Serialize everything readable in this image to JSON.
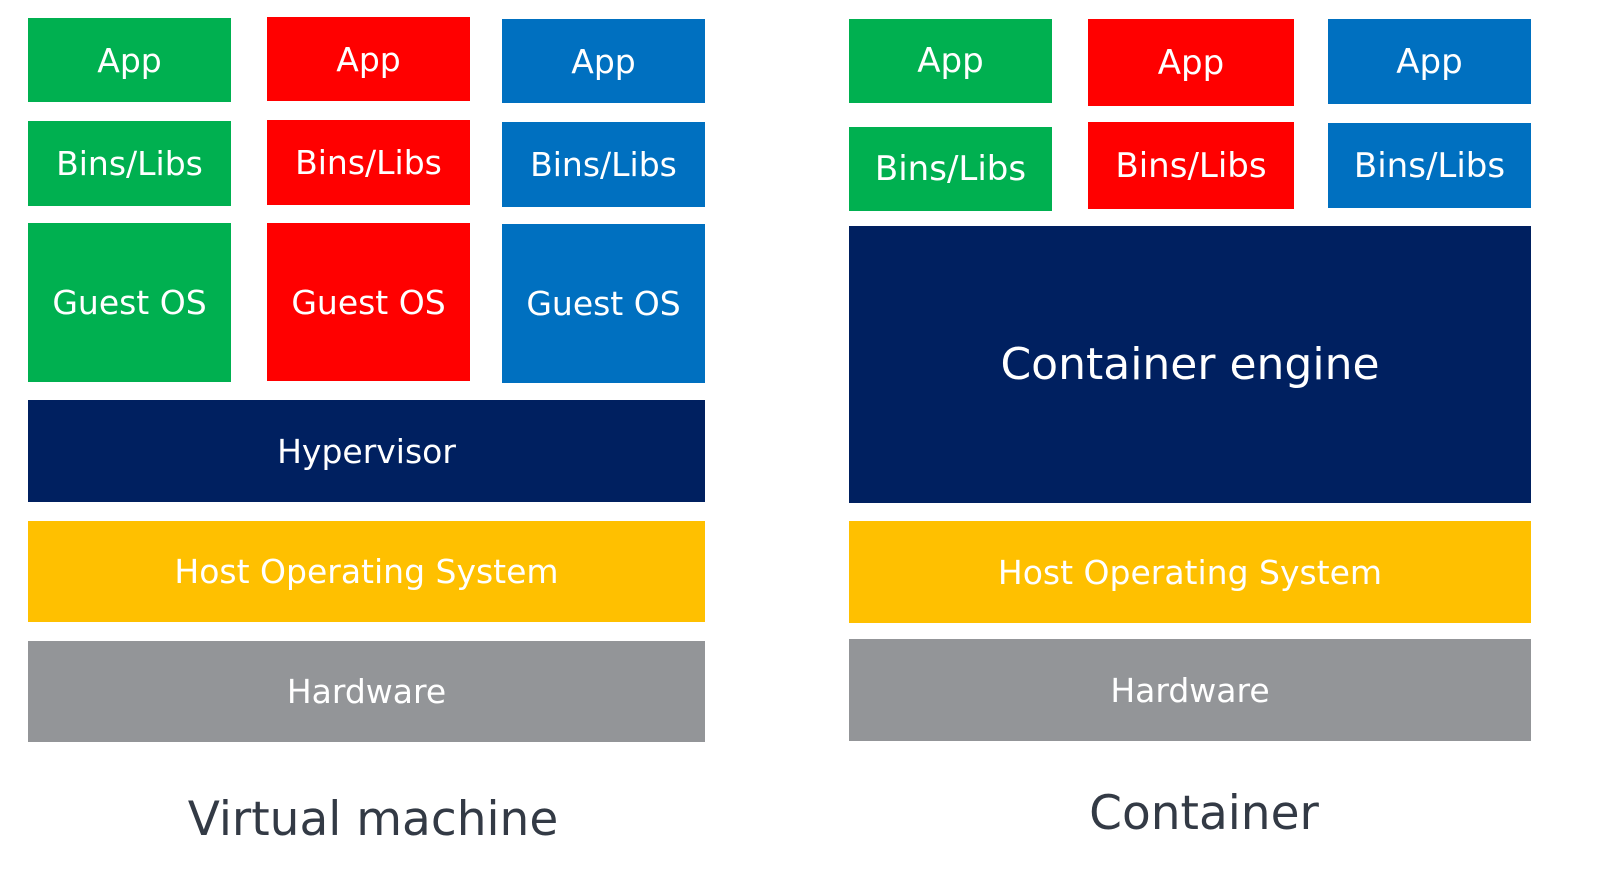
{
  "colors": {
    "green": "#00b050",
    "red": "#ff0000",
    "blue": "#0070c0",
    "navy": "#002060",
    "yellow": "#ffc000",
    "gray": "#939598",
    "caption": "#333a45"
  },
  "vm": {
    "stacks": [
      {
        "app": "App",
        "bins": "Bins/Libs",
        "guest_os": "Guest OS"
      },
      {
        "app": "App",
        "bins": "Bins/Libs",
        "guest_os": "Guest OS"
      },
      {
        "app": "App",
        "bins": "Bins/Libs",
        "guest_os": "Guest OS"
      }
    ],
    "hypervisor": "Hypervisor",
    "host_os": "Host Operating System",
    "hardware": "Hardware",
    "caption": "Virtual machine"
  },
  "container": {
    "stacks": [
      {
        "app": "App",
        "bins": "Bins/Libs"
      },
      {
        "app": "App",
        "bins": "Bins/Libs"
      },
      {
        "app": "App",
        "bins": "Bins/Libs"
      }
    ],
    "engine": "Container engine",
    "host_os": "Host Operating System",
    "hardware": "Hardware",
    "caption": "Container"
  }
}
